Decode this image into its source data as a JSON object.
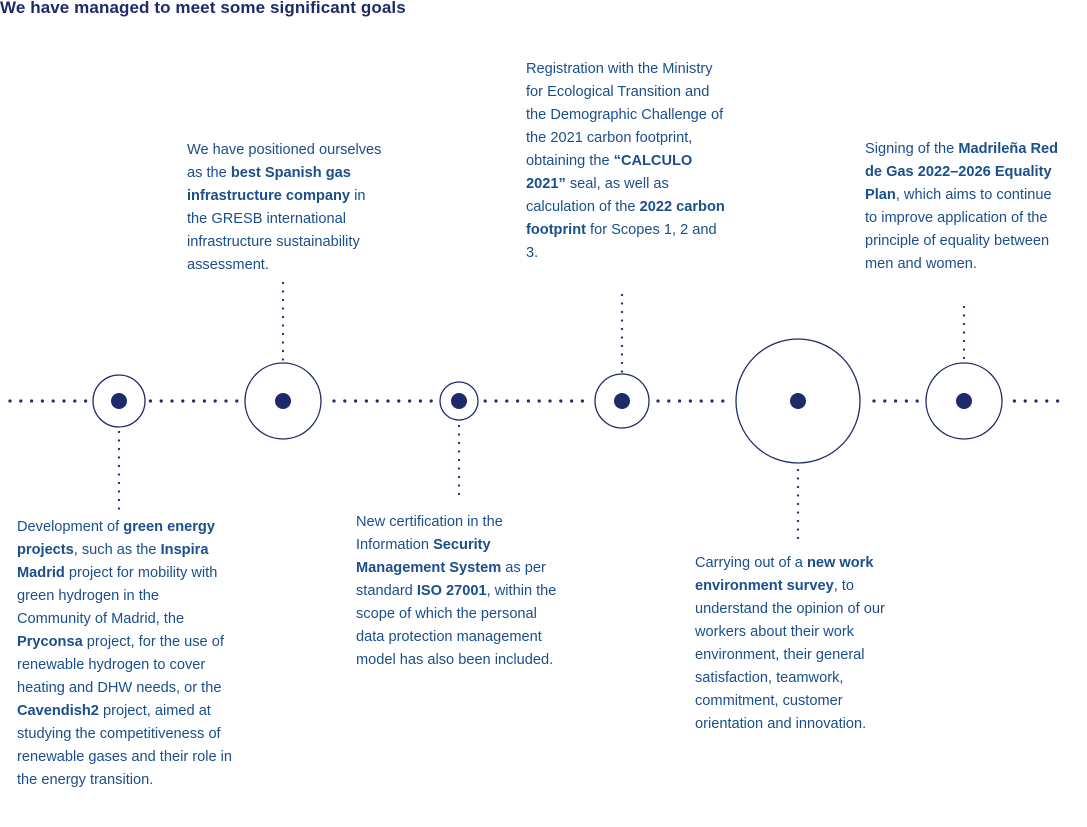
{
  "title": "We have managed to meet some significant goals",
  "colors": {
    "navy": "#1f2a6b",
    "text_blue": "#1a4f8c",
    "background": "#ffffff"
  },
  "milestones": [
    {
      "id": "green-energy-projects",
      "side": "below",
      "segments": [
        {
          "t": "Development of ",
          "b": false
        },
        {
          "t": "green energy projects",
          "b": true
        },
        {
          "t": ", such as the ",
          "b": false
        },
        {
          "t": "Inspira Madrid",
          "b": true
        },
        {
          "t": " project for mobility with green hydrogen in the Community of Madrid, the ",
          "b": false
        },
        {
          "t": "Pryconsa",
          "b": true
        },
        {
          "t": " project, for the use of renewable hydrogen to cover heating and DHW needs, or the ",
          "b": false
        },
        {
          "t": "Cavendish2",
          "b": true
        },
        {
          "t": " project, aimed at studying the competitiveness of renewable gases and their role in the energy transition.",
          "b": false
        }
      ]
    },
    {
      "id": "gresb-assessment",
      "side": "above",
      "segments": [
        {
          "t": "We have positioned ourselves as the ",
          "b": false
        },
        {
          "t": "best Spanish gas infrastructure company",
          "b": true
        },
        {
          "t": " in the GRESB international infrastructure sustainability assessment.",
          "b": false
        }
      ]
    },
    {
      "id": "iso-27001",
      "side": "below",
      "segments": [
        {
          "t": "New certification in the Information ",
          "b": false
        },
        {
          "t": "Security Management System",
          "b": true
        },
        {
          "t": " as per standard ",
          "b": false
        },
        {
          "t": "ISO 27001",
          "b": true
        },
        {
          "t": ", within the scope of which the personal data protection management model has also been included.",
          "b": false
        }
      ]
    },
    {
      "id": "carbon-footprint",
      "side": "above",
      "segments": [
        {
          "t": "Registration with the Ministry for Ecological Transition and the Demographic Challenge of the 2021 carbon footprint, obtaining the ",
          "b": false
        },
        {
          "t": "“CALCULO 2021”",
          "b": true
        },
        {
          "t": " seal, as well as calculation of the ",
          "b": false
        },
        {
          "t": "2022 carbon footprint",
          "b": true
        },
        {
          "t": " for Scopes 1, 2 and 3.",
          "b": false
        }
      ]
    },
    {
      "id": "work-environment-survey",
      "side": "below",
      "segments": [
        {
          "t": "Carrying out of a ",
          "b": false
        },
        {
          "t": "new work environment survey",
          "b": true
        },
        {
          "t": ", to understand the opinion of our workers about their work environment, their general satisfaction, teamwork, commitment, customer orientation and innovation.",
          "b": false
        }
      ]
    },
    {
      "id": "equality-plan",
      "side": "above",
      "segments": [
        {
          "t": "Signing of the ",
          "b": false
        },
        {
          "t": "Madrileña Red de Gas 2022–2026 Equality Plan",
          "b": true
        },
        {
          "t": ", which aims to continue to improve application of the principle of equality between men and women.",
          "b": false
        }
      ]
    }
  ]
}
